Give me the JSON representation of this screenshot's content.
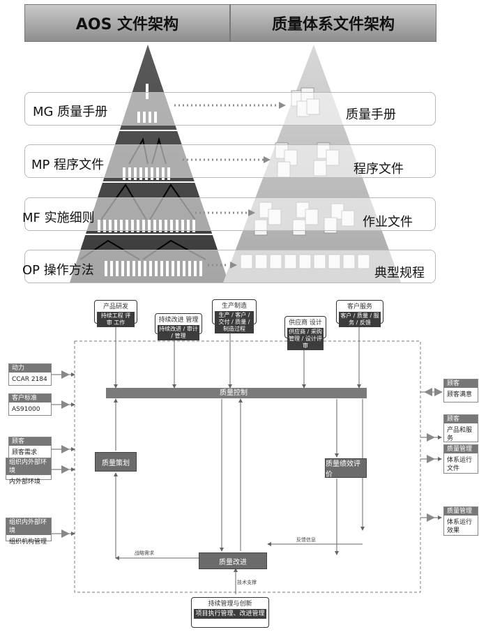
{
  "headers": {
    "left": "AOS 文件架构",
    "right": "质量体系文件架构"
  },
  "aos_levels": [
    "MG 质量手册",
    "MP 程序文件",
    "MF 实施细则",
    "OP 操作方法"
  ],
  "quality_levels": [
    "质量手册",
    "程序文件",
    "作业文件",
    "典型规程"
  ],
  "process": {
    "top_boxes": [
      {
        "title": "产品研发",
        "dark": "持续工程 评审 工作"
      },
      {
        "title": "持续改进 管理",
        "dark": "持续改进 / 审计 / 管理"
      },
      {
        "title": "生产制造",
        "dark": "生产 / 客户 / 交付 / 质量 / 制造过程"
      },
      {
        "title": "供应商 设计",
        "dark": "供应商 / 采购 管理 / 设计评审"
      },
      {
        "title": "客户服务",
        "dark": "客户 / 质量 / 服务 / 反馈"
      }
    ],
    "left_inputs": [
      {
        "title": "动力",
        "body": "CCAR 2184"
      },
      {
        "title": "客户标准",
        "body": "AS91000"
      },
      {
        "title": "顾客",
        "body": "顾客需求"
      },
      {
        "title": "组织内外部环境",
        "body": "内外部环境"
      },
      {
        "title": "组织内外部环境",
        "body": "组织机构管理"
      }
    ],
    "right_outputs": [
      {
        "title": "顾客",
        "body": "顾客满意"
      },
      {
        "title": "顾客",
        "body": "产品和服务"
      },
      {
        "title": "质量管理",
        "body": "体系运行文件"
      },
      {
        "title": "质量管理",
        "body": "体系运行效果"
      }
    ],
    "control_bar": "质量控制",
    "planning": "质量策划",
    "evaluation": "质量绩效评价",
    "improvement": "质量改进",
    "bottom_box": {
      "title": "持续管理与创新",
      "dark": "项目执行管理、改进管理"
    },
    "labels": {
      "demand": "战略需求",
      "feedback": "反馈信息",
      "support": "技术支撑"
    }
  }
}
